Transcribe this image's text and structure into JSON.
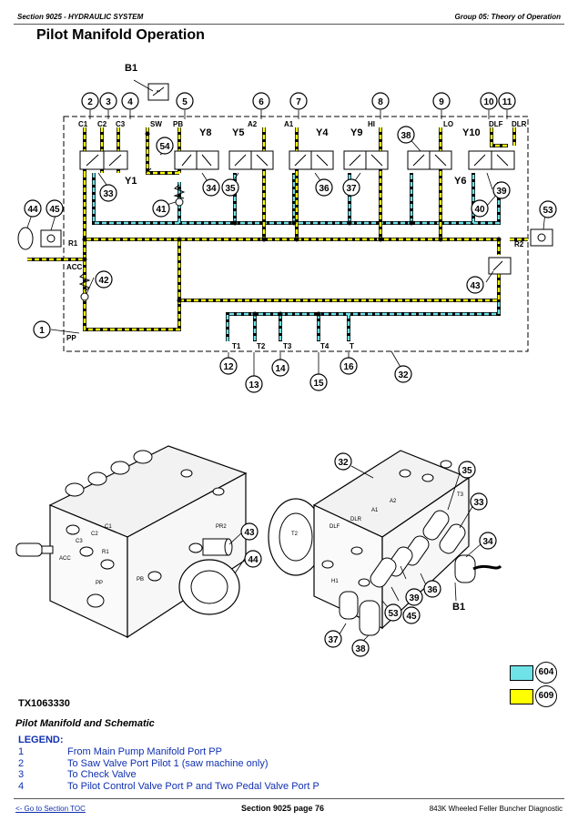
{
  "header": {
    "left": "Section 9025 - HYDRAULIC SYSTEM",
    "right": "Group 05: Theory of Operation"
  },
  "title": "Pilot Manifold Operation",
  "schematic": {
    "top_callouts": [
      "2",
      "3",
      "4",
      "5",
      "6",
      "7",
      "8",
      "9",
      "10",
      "11"
    ],
    "top_ports": [
      "C1",
      "C2",
      "C3",
      "SW",
      "PB",
      "A2",
      "A1",
      "HI",
      "LO",
      "DLF",
      "DLR"
    ],
    "valve_labels": [
      "Y8",
      "Y5",
      "Y4",
      "Y9",
      "Y10",
      "Y1",
      "Y6"
    ],
    "side_ports": [
      "R1",
      "ACC",
      "PP",
      "R2"
    ],
    "bottom_ports": [
      "T1",
      "T2",
      "T3",
      "T4",
      "T"
    ],
    "switch_label": "B1",
    "callouts": [
      "1",
      "12",
      "13",
      "14",
      "15",
      "16",
      "32",
      "33",
      "34",
      "35",
      "36",
      "37",
      "38",
      "39",
      "40",
      "41",
      "42",
      "43",
      "44",
      "45",
      "53",
      "54"
    ]
  },
  "photo": {
    "left_callouts": [
      "43",
      "44"
    ],
    "right_callouts": [
      "32",
      "33",
      "34",
      "35",
      "36",
      "37",
      "38",
      "39",
      "45",
      "53",
      "B1"
    ],
    "left_marks": [
      "C3",
      "C2",
      "C1",
      "R1",
      "ACC",
      "PB",
      "PP",
      "PR2"
    ],
    "right_marks": [
      "T2",
      "DLF",
      "DLR",
      "A1",
      "A2",
      "T3",
      "H1"
    ]
  },
  "color_key": [
    {
      "number": "604",
      "color": "#6fe2e8"
    },
    {
      "number": "609",
      "color": "#ffff00"
    }
  ],
  "figure_id": "TX1063330",
  "caption": "Pilot Manifold and Schematic",
  "legend": {
    "heading": "LEGEND:",
    "items": [
      {
        "num": "1",
        "text": "From Main Pump Manifold Port PP"
      },
      {
        "num": "2",
        "text": "To Saw Valve Port Pilot 1 (saw machine only)"
      },
      {
        "num": "3",
        "text": "To Check Valve"
      },
      {
        "num": "4",
        "text": "To Pilot Control Valve Port P and Two Pedal Valve Port P"
      }
    ]
  },
  "footer": {
    "link": "<- Go to Section TOC",
    "page": "Section 9025 page 76",
    "right": "843K Wheeled Feller Buncher Diagnostic"
  },
  "colors": {
    "pressure_line": "#ffff00",
    "return_line": "#6fe2e8",
    "link": "#1030b0"
  }
}
